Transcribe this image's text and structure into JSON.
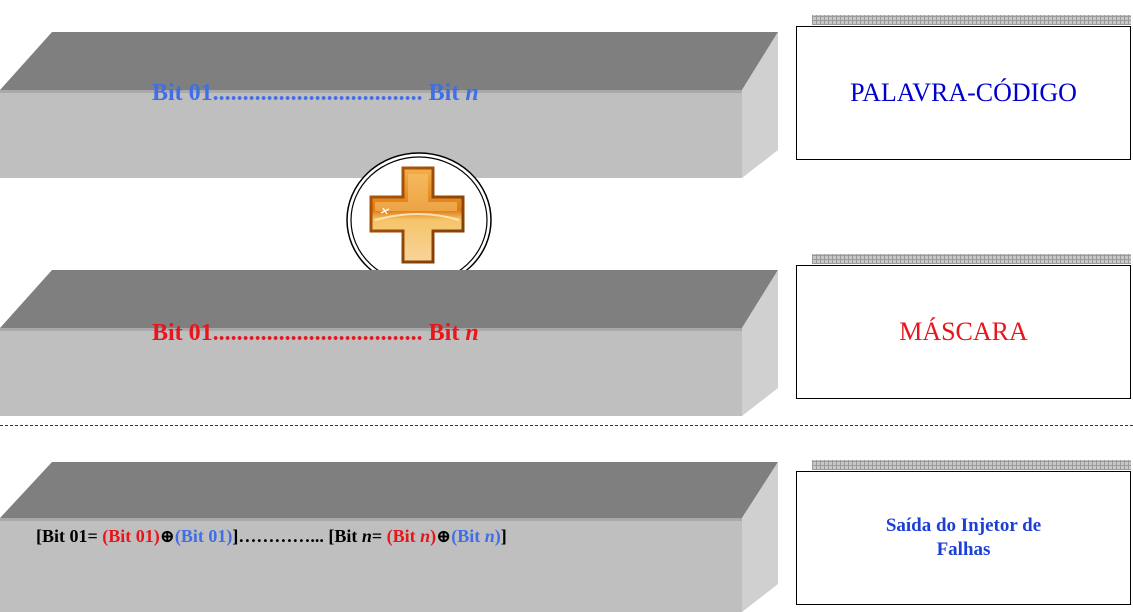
{
  "diagram": {
    "codeword": {
      "bar": {
        "start": "Bit 01",
        "dots": "...................................",
        "end_prefix": "Bit ",
        "end_var": "n",
        "color": "#3f6ee6"
      },
      "label": "PALAVRA-CÓDIGO",
      "label_color": "#0000cc"
    },
    "operator_icon": "plus-icon",
    "mask": {
      "bar": {
        "start": "Bit 01",
        "dots": "...................................",
        "end_prefix": "Bit ",
        "end_var": "n",
        "color": "#e8151b"
      },
      "label": "MÁSCARA",
      "label_color": "#e8151b"
    },
    "output": {
      "formula": {
        "open1": "[Bit 01= ",
        "mask1": "(Bit 01)",
        "xor1": "⊕",
        "code1": "(Bit 01)",
        "mid": "]…………... [Bit ",
        "var_n": "n",
        "eq2": "= ",
        "mask2_open": "(Bit ",
        "mask2_var": "n",
        "mask2_close": ")",
        "xor2": "⊕",
        "code2_open": "(Bit ",
        "code2_var": "n",
        "code2_close": ")",
        "close2": "]"
      },
      "label_line1": "Saída do Injetor de",
      "label_line2": "Falhas",
      "label_color": "#1c3fd6"
    }
  }
}
